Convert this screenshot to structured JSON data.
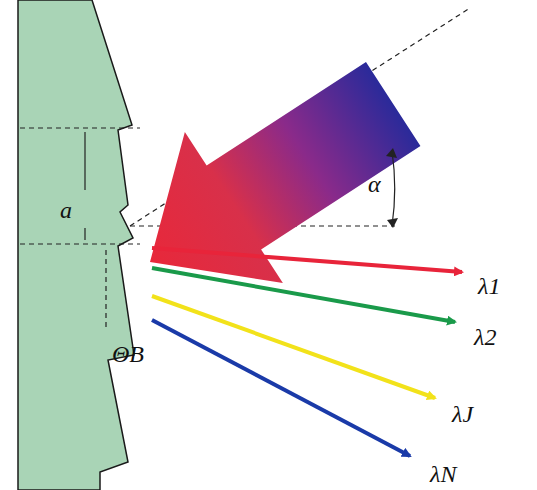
{
  "diagram": {
    "labels": [
      "a",
      "α",
      "ΘB",
      "λ1",
      "λ2",
      "λJ",
      "λN"
    ]
  }
}
